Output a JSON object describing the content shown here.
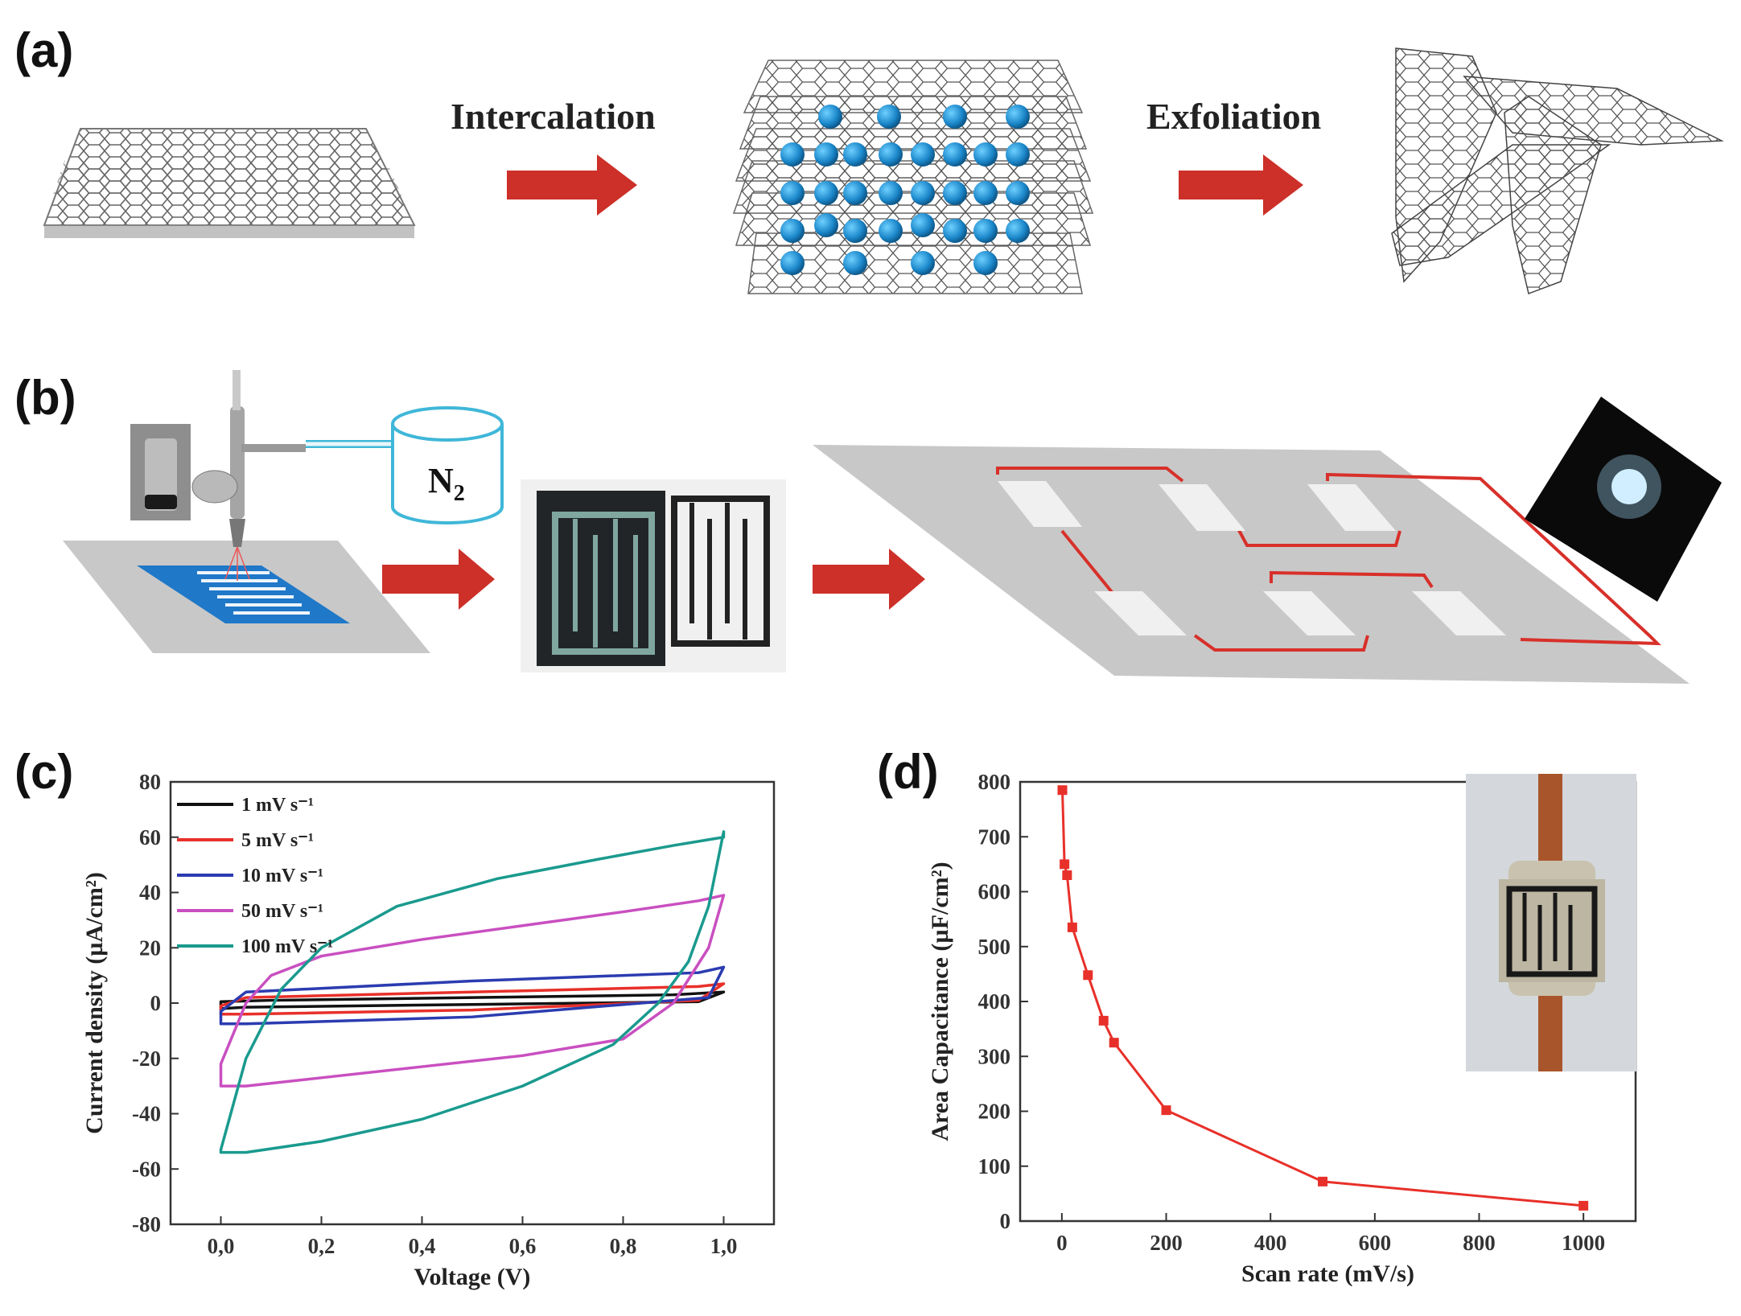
{
  "panel_labels": {
    "a": "(a)",
    "b": "(b)",
    "c": "(c)",
    "d": "(d)"
  },
  "panel_a": {
    "arrow1_label": "Intercalation",
    "arrow2_label": "Exfoliation"
  },
  "panel_b": {
    "gas_label": "N",
    "gas_subscript": "2"
  },
  "colors": {
    "arrow": "#cc3028",
    "circuit": "#d8302a",
    "substrate": "#c8c8c8",
    "blue_film": "#1f78c8",
    "ion": "#1a86c9"
  },
  "chart_data": [
    {
      "type": "line",
      "panel": "c",
      "xlabel": "Voltage (V)",
      "ylabel": "Current density (µA/cm²)",
      "xlim": [
        -0.1,
        1.1
      ],
      "ylim": [
        -80,
        80
      ],
      "x_ticks": [
        "0,0",
        "0,2",
        "0,4",
        "0,6",
        "0,8",
        "1,0"
      ],
      "y_ticks": [
        "80",
        "60",
        "40",
        "20",
        "0",
        "-20",
        "-40",
        "-60",
        "-80"
      ],
      "legend_position": "top-left",
      "series": [
        {
          "name": "1 mV s⁻¹",
          "color": "#111111",
          "upper": [
            [
              0.0,
              0.5
            ],
            [
              0.1,
              1
            ],
            [
              0.5,
              2
            ],
            [
              0.9,
              3
            ],
            [
              1.0,
              4
            ]
          ],
          "lower": [
            [
              1.0,
              4
            ],
            [
              0.95,
              0.5
            ],
            [
              0.5,
              -0.5
            ],
            [
              0.05,
              -1.5
            ],
            [
              0.0,
              -2
            ]
          ]
        },
        {
          "name": "5 mV s⁻¹",
          "color": "#e8302a",
          "upper": [
            [
              0.0,
              -1
            ],
            [
              0.05,
              2
            ],
            [
              0.5,
              4
            ],
            [
              0.95,
              6
            ],
            [
              1.0,
              7
            ]
          ],
          "lower": [
            [
              1.0,
              7
            ],
            [
              0.95,
              1
            ],
            [
              0.5,
              -2.5
            ],
            [
              0.05,
              -4
            ],
            [
              0.0,
              -4
            ]
          ]
        },
        {
          "name": "10 mV s⁻¹",
          "color": "#2b3cb0",
          "upper": [
            [
              0.0,
              -3
            ],
            [
              0.05,
              4
            ],
            [
              0.5,
              8
            ],
            [
              0.95,
              11
            ],
            [
              1.0,
              13
            ]
          ],
          "lower": [
            [
              1.0,
              13
            ],
            [
              0.97,
              2
            ],
            [
              0.5,
              -5
            ],
            [
              0.05,
              -7.5
            ],
            [
              0.0,
              -7.5
            ]
          ]
        },
        {
          "name": "50 mV s⁻¹",
          "color": "#c94fc0",
          "upper": [
            [
              0.0,
              -22
            ],
            [
              0.05,
              0
            ],
            [
              0.1,
              10
            ],
            [
              0.2,
              17
            ],
            [
              0.4,
              23
            ],
            [
              0.6,
              28
            ],
            [
              0.8,
              33
            ],
            [
              0.95,
              37
            ],
            [
              1.0,
              39
            ]
          ],
          "lower": [
            [
              1.0,
              39
            ],
            [
              0.97,
              20
            ],
            [
              0.9,
              0
            ],
            [
              0.8,
              -13
            ],
            [
              0.6,
              -19
            ],
            [
              0.4,
              -23
            ],
            [
              0.2,
              -27
            ],
            [
              0.05,
              -30
            ],
            [
              0.0,
              -30
            ]
          ]
        },
        {
          "name": "100 mV s⁻¹",
          "color": "#1a9a8e",
          "upper": [
            [
              0.0,
              -53
            ],
            [
              0.05,
              -20
            ],
            [
              0.12,
              5
            ],
            [
              0.2,
              20
            ],
            [
              0.35,
              35
            ],
            [
              0.55,
              45
            ],
            [
              0.75,
              52
            ],
            [
              0.9,
              57
            ],
            [
              1.0,
              60
            ],
            [
              1.0,
              62
            ]
          ],
          "lower": [
            [
              1.0,
              62
            ],
            [
              0.97,
              35
            ],
            [
              0.93,
              15
            ],
            [
              0.87,
              0
            ],
            [
              0.78,
              -15
            ],
            [
              0.6,
              -30
            ],
            [
              0.4,
              -42
            ],
            [
              0.2,
              -50
            ],
            [
              0.05,
              -54
            ],
            [
              0.0,
              -54
            ]
          ]
        }
      ]
    },
    {
      "type": "line",
      "panel": "d",
      "xlabel": "Scan rate (mV/s)",
      "ylabel": "Area Capacitance (µF/cm²)",
      "xlim": [
        -80,
        1100
      ],
      "ylim": [
        0,
        800
      ],
      "x_ticks": [
        "0",
        "200",
        "400",
        "600",
        "800",
        "1000"
      ],
      "y_ticks": [
        "800",
        "700",
        "600",
        "500",
        "400",
        "300",
        "200",
        "100",
        "0"
      ],
      "series": [
        {
          "color": "#e8302a",
          "x": [
            1,
            5,
            10,
            20,
            50,
            80,
            100,
            200,
            500,
            1000
          ],
          "y": [
            785,
            650,
            630,
            535,
            448,
            365,
            325,
            202,
            72,
            28
          ]
        }
      ]
    }
  ]
}
